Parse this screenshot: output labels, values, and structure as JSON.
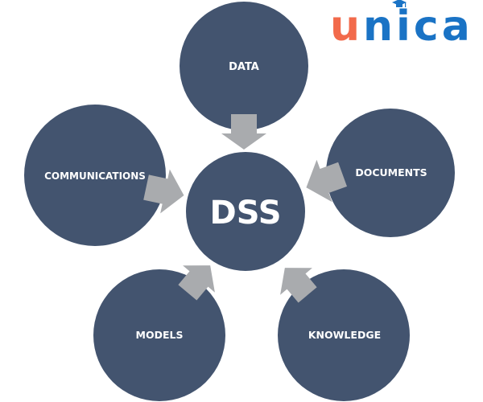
{
  "logo": {
    "first": "u",
    "rest": "nica",
    "colors": {
      "first": "#f26a4b",
      "rest": "#1a73c5"
    }
  },
  "colors": {
    "node": "#43546f",
    "arrow": "#a9abae",
    "text": "#ffffff",
    "background": "#ffffff"
  },
  "center": {
    "label": "DSS"
  },
  "nodes": [
    {
      "id": "data",
      "label": "DATA"
    },
    {
      "id": "communications",
      "label": "COMMUNICATIONS"
    },
    {
      "id": "documents",
      "label": "DOCUMENTS"
    },
    {
      "id": "models",
      "label": "MODELS"
    },
    {
      "id": "knowledge",
      "label": "KNOWLEDGE"
    }
  ]
}
